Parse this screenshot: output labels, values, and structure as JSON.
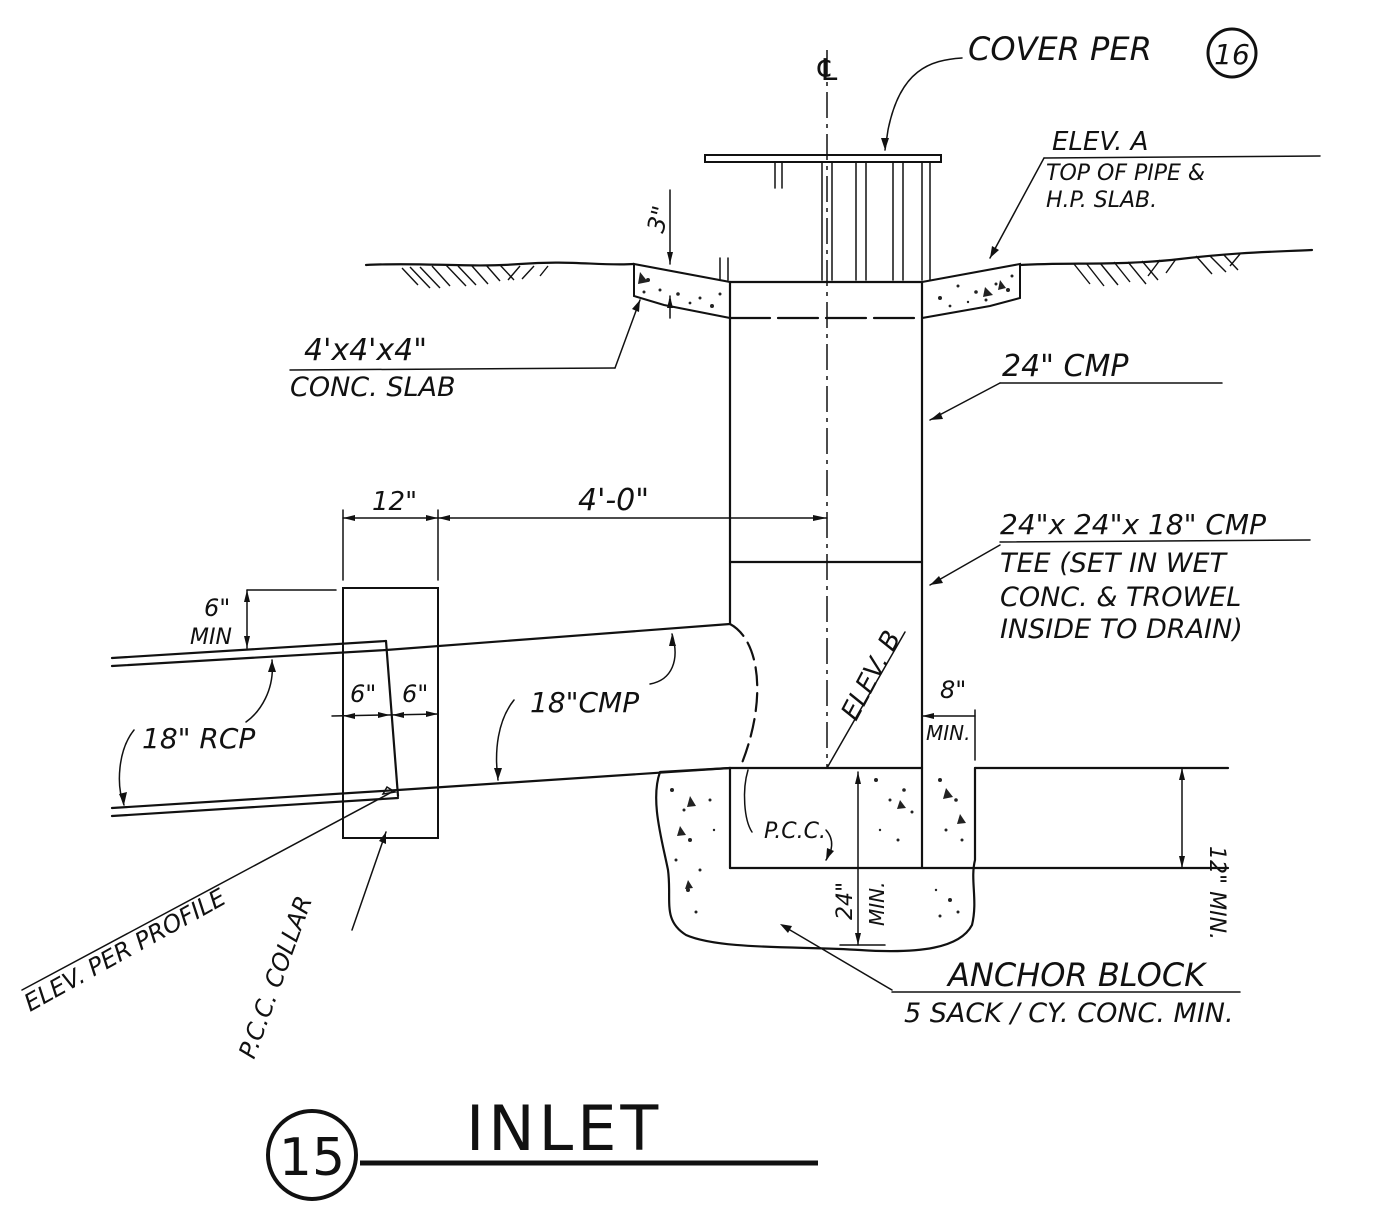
{
  "drawing": {
    "detail_number": "15",
    "title": "INLET",
    "centerline_symbol": "℄"
  },
  "labels": {
    "cover": "COVER PER",
    "cover_ref": "16",
    "elev_a": "ELEV. A",
    "elev_a_note_1": "TOP OF PIPE &",
    "elev_a_note_2": "H.P. SLAB.",
    "dim_3in": "3\"",
    "slab_1": "4'x4'x4\"",
    "slab_2": "CONC. SLAB",
    "riser": "24\" CMP",
    "dim_12in": "12\"",
    "dim_4ft": "4'-0\"",
    "tee_1": "24\"x 24\"x 18\" CMP",
    "tee_2": "TEE (SET IN WET",
    "tee_3": "CONC. & TROWEL",
    "tee_4": "INSIDE TO DRAIN)",
    "dim_6in_min_a": "6\"",
    "dim_6in_min_b": "MIN",
    "rcp": "18\" RCP",
    "dim_6in_left": "6\"",
    "dim_6in_right": "6\"",
    "cmp_18": "18\"CMP",
    "elev_b": "ELEV. B",
    "dim_8in_a": "8\"",
    "dim_8in_b": "MIN.",
    "pcc": "P.C.C.",
    "dim_12in_min": "12\" MIN.",
    "dim_24in_min_a": "24\"",
    "dim_24in_min_b": "MIN.",
    "elev_profile": "ELEV. PER PROFILE",
    "pcc_collar": "P.C.C. COLLAR",
    "anchor_1": "ANCHOR BLOCK",
    "anchor_2": "5 SACK / CY. CONC. MIN."
  }
}
